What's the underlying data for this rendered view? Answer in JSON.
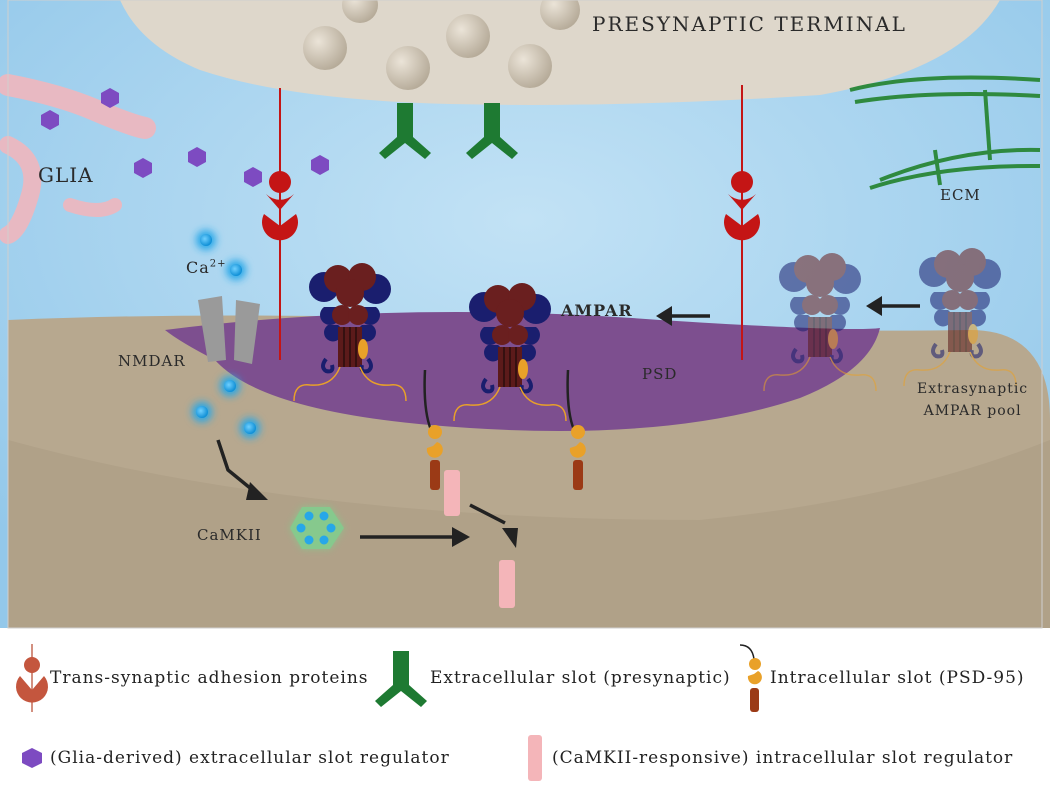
{
  "labels": {
    "presynaptic": "PRESYNAPTIC TERMINAL",
    "glia": "GLIA",
    "ecm": "ECM",
    "ca_base": "Ca",
    "ca_sup": "2+",
    "nmdar": "NMDAR",
    "ampar": "AMPAR",
    "psd": "PSD",
    "extrasynaptic_line1": "Extrasynaptic",
    "extrasynaptic_line2": "AMPAR pool",
    "camkii": "CaMKII"
  },
  "legend": {
    "adhesion": "Trans-synaptic adhesion proteins",
    "extracellular_slot": "Extracellular slot (presynaptic)",
    "intracellular_slot": "Intracellular slot (PSD-95)",
    "glia_regulator": "(Glia-derived) extracellular slot regulator",
    "camkii_regulator": "(CaMKII-responsive) intracellular slot regulator"
  },
  "colors": {
    "cleft": "#a9d4ee",
    "presynaptic": "#ded7cb",
    "postsynaptic": "#b7a88f",
    "psd": "#7d4f8f",
    "adhesion": "#c41515",
    "extracellular_slot": "#1e7a32",
    "ecm": "#2f8a3f",
    "glia": "#e8b9c2",
    "glia_regulator": "#7d4bc1",
    "calcium": "#27a7e8",
    "camkii": "#86c98d",
    "ampar_dark": "#1a1e6e",
    "ampar_red": "#6a1f1f",
    "psd95_orange": "#e9a129",
    "psd95_brown": "#9b3a16",
    "intracellular_regulator": "#f4b5b9"
  }
}
